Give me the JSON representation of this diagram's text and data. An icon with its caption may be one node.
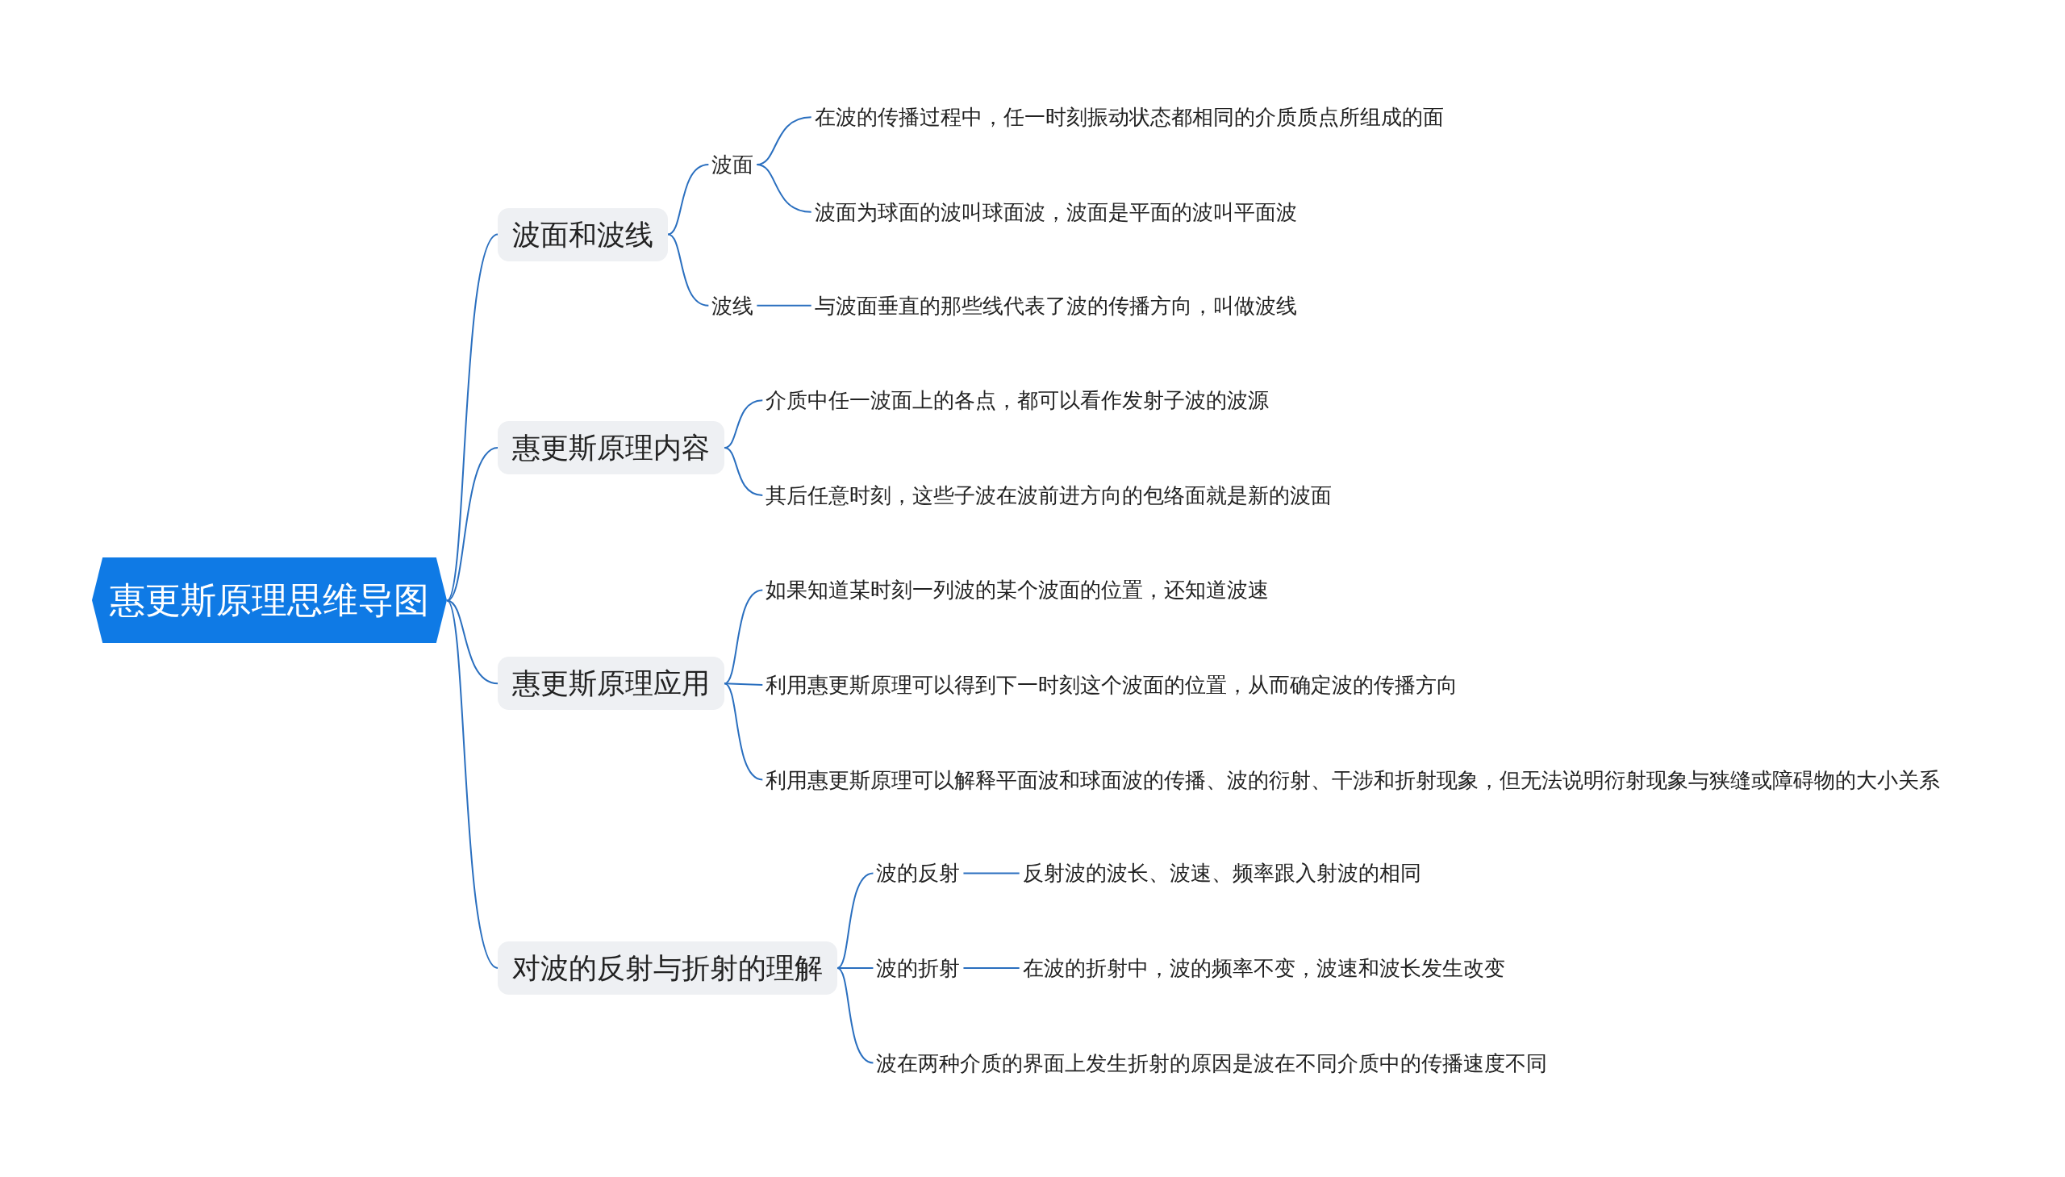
{
  "diagram": {
    "nodes": [
      {
        "text": [
          "惠更斯原理思维导图"
        ]
      },
      {
        "text": [
          "波面和波线"
        ]
      },
      {
        "text": [
          "波面"
        ]
      },
      {
        "text": [
          "在波的传播过程中，任一时刻振动状态都相同的介质质点所组成的面"
        ]
      },
      {
        "text": [
          "波面为球面的波叫球面波，波面是平面的波叫平面波"
        ]
      },
      {
        "text": [
          "波线"
        ]
      },
      {
        "text": [
          "与波面垂直的那些线代表了波的传播方向，叫做波线"
        ]
      },
      {
        "text": [
          "惠更斯原理内容"
        ]
      },
      {
        "text": [
          "介质中任一波面上的各点，都可以看作发射子波的波源"
        ]
      },
      {
        "text": [
          "其后任意时刻，这些子波在波前进方向的包络面就是新的波面"
        ]
      },
      {
        "text": [
          "惠更斯原理应用"
        ]
      },
      {
        "text": [
          "如果知道某时刻一列波的某个波面的位置，还知道波速"
        ]
      },
      {
        "text": [
          "利用惠更斯原理可以得到下一时刻这个波面的位置，从而确定波的传播方向"
        ]
      },
      {
        "text": [
          "利用惠更斯原理可以解释平面波和球面波的传播、波的衍射、干涉和折射现象，但无法说明衍射现象与狭缝或障碍物的大小关系"
        ]
      },
      {
        "text": [
          "对波的反射与折射的理解"
        ]
      },
      {
        "text": [
          "波的反射"
        ]
      },
      {
        "text": [
          "反射波的波长、波速、频率跟入射波的相同"
        ]
      },
      {
        "text": [
          "波的折射"
        ]
      },
      {
        "text": [
          "在波的折射中，波的频率不变，波速和波长发生改变"
        ]
      },
      {
        "text": [
          "波在两种介质的界面上发生折射的原因是波在不同介质中的传播速度不同"
        ]
      }
    ],
    "edges": [
      {
        "from": 0,
        "to": 1,
        "arrow": "none"
      },
      {
        "from": 1,
        "to": 2,
        "arrow": "none"
      },
      {
        "from": 2,
        "to": 3,
        "arrow": "none"
      },
      {
        "from": 2,
        "to": 4,
        "arrow": "none"
      },
      {
        "from": 1,
        "to": 5,
        "arrow": "none"
      },
      {
        "from": 5,
        "to": 6,
        "arrow": "none"
      },
      {
        "from": 0,
        "to": 7,
        "arrow": "none"
      },
      {
        "from": 7,
        "to": 8,
        "arrow": "none"
      },
      {
        "from": 7,
        "to": 9,
        "arrow": "none"
      },
      {
        "from": 0,
        "to": 10,
        "arrow": "none"
      },
      {
        "from": 10,
        "to": 11,
        "arrow": "none"
      },
      {
        "from": 10,
        "to": 12,
        "arrow": "none"
      },
      {
        "from": 10,
        "to": 13,
        "arrow": "none"
      },
      {
        "from": 0,
        "to": 14,
        "arrow": "none"
      },
      {
        "from": 14,
        "to": 15,
        "arrow": "none"
      },
      {
        "from": 15,
        "to": 16,
        "arrow": "none"
      },
      {
        "from": 14,
        "to": 17,
        "arrow": "none"
      },
      {
        "from": 17,
        "to": 18,
        "arrow": "none"
      },
      {
        "from": 14,
        "to": 19,
        "arrow": "none"
      }
    ]
  }
}
